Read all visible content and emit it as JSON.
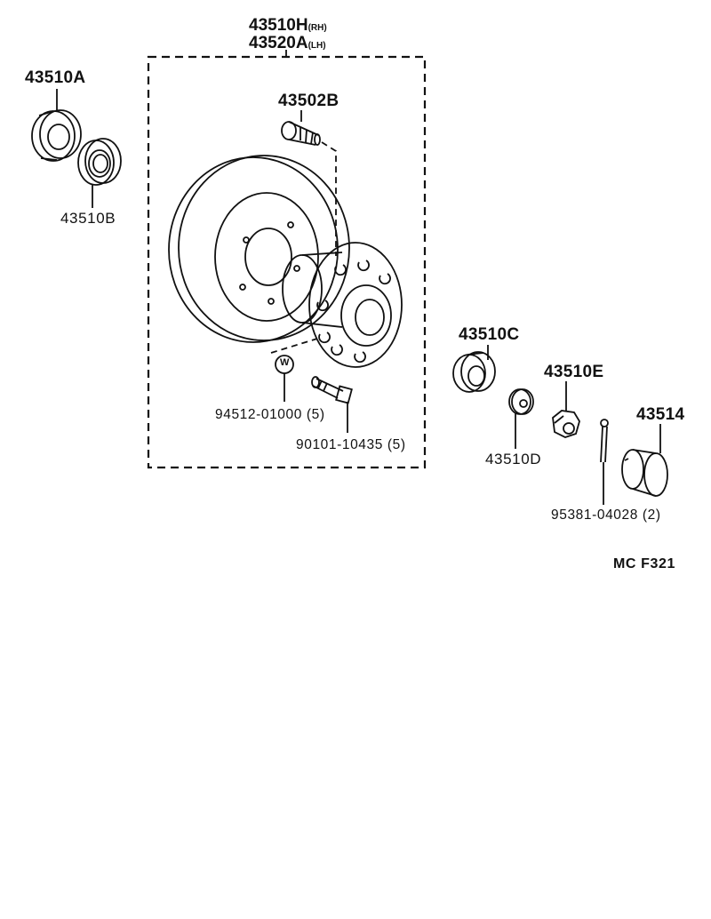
{
  "diagram": {
    "hub_rh": {
      "number": "43510H",
      "suffix": "(RH)"
    },
    "hub_lh": {
      "number": "43520A",
      "suffix": "(LH)"
    },
    "parts": {
      "seal": "43510A",
      "inner_bearing": "43510B",
      "hub_bolt": "43502B",
      "lock_washer": "94512-01000 (5)",
      "washer_symbol": "W",
      "disc_bolt": "90101-10435 (5)",
      "outer_bearing": "43510C",
      "thrust_washer": "43510D",
      "nut": "43510E",
      "grease_cap": "43514",
      "cotter_pin": "95381-04028 (2)"
    },
    "figure_code": "MC F321"
  }
}
